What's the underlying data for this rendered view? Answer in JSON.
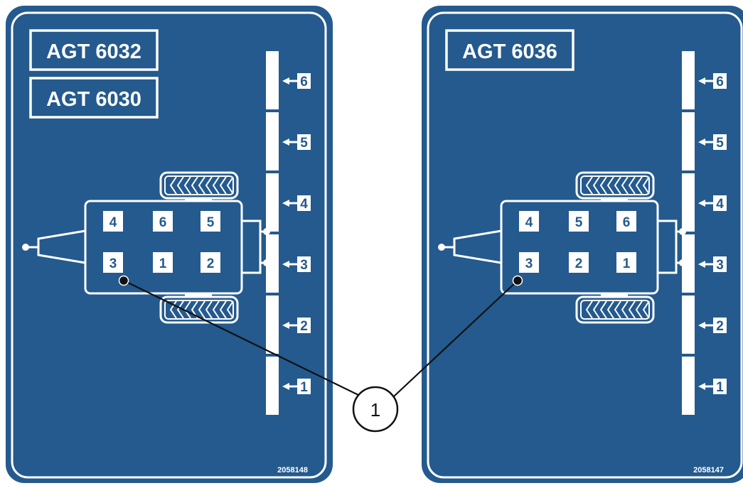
{
  "panels": [
    {
      "models": [
        "AGT 6032",
        "AGT 6030"
      ],
      "rows": [
        "4",
        "6",
        "5",
        "3",
        "1",
        "2"
      ],
      "sections": [
        "6",
        "5",
        "4",
        "3",
        "2",
        "1"
      ],
      "code": "2058148"
    },
    {
      "models": [
        "AGT 6036"
      ],
      "rows": [
        "4",
        "5",
        "6",
        "3",
        "2",
        "1"
      ],
      "sections": [
        "6",
        "5",
        "4",
        "3",
        "2",
        "1"
      ],
      "code": "2058147"
    }
  ],
  "callout": {
    "label": "1"
  },
  "colors": {
    "panel_blue": "#245a8e",
    "line_white": "#ffffff",
    "callout_fill": "#ffffff"
  }
}
